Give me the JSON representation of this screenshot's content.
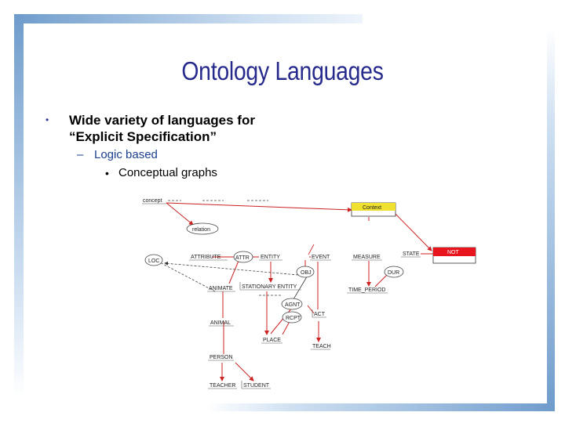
{
  "slide": {
    "title": "Ontology Languages",
    "bullet1": "Wide variety of languages for “Explicit Specification”",
    "sub_bullet": "Logic based",
    "sub_sub_bullet": "Conceptual graphs"
  },
  "diagram": {
    "nodes": {
      "concept": "concept",
      "relation": "relation",
      "context": "Context",
      "not": "NOT",
      "loc": "LOC",
      "attribute": "ATTRIBUTE",
      "attr": "ATTR",
      "entity": "ENTITY",
      "event": "EVENT",
      "measure": "MEASURE",
      "state": "STATE",
      "obj": "OBJ",
      "dur": "DUR",
      "animate": "ANIMATE",
      "stationary_entity": "STATIONARY ENTITY",
      "time_period": "TIME_PERIOD",
      "agnt": "AGNT",
      "rcpt": "RCPT",
      "act": "ACT",
      "animal": "ANIMAL",
      "place": "PLACE",
      "teach": "TEACH",
      "person": "PERSON",
      "teacher": "TEACHER",
      "student": "STUDENT"
    },
    "colors": {
      "link": "#cc2222",
      "not_box": "#e8141e",
      "context_box": "#f0e130",
      "dashed": "#444444"
    }
  }
}
